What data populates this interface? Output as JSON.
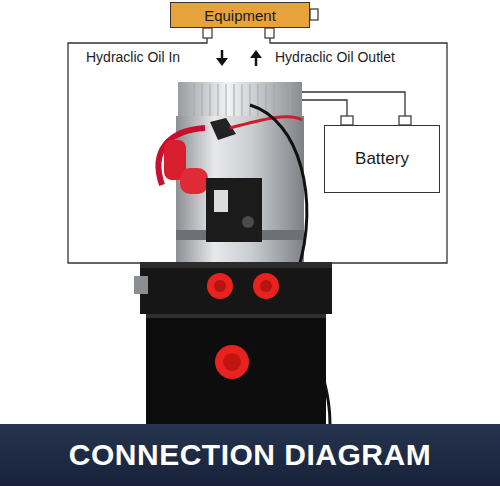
{
  "diagram": {
    "caption": "CONNECTION DIAGRAM",
    "nodes": [
      {
        "text": [
          "Equipment"
        ]
      },
      {
        "text": [
          "Battery"
        ]
      }
    ],
    "labels": [
      "Hydraclic Oil In",
      "Hydraclic Oil Outlet"
    ]
  }
}
